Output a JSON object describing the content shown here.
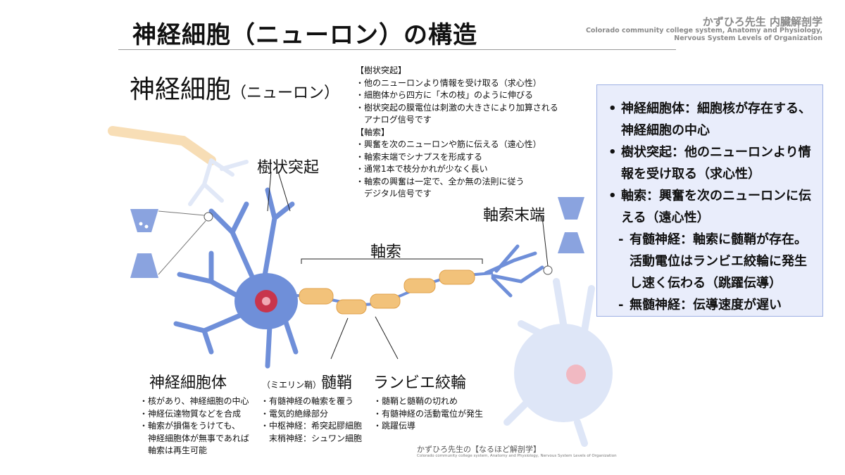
{
  "slide_title": "神経細胞（ニューロン）の構造",
  "brand": {
    "name": "かずひろ先生 内臓解剖学",
    "sub1": "Colorado community college system, Anatomy and Physiology,",
    "sub2": "Nervous System Levels of Organization"
  },
  "figure": {
    "title_main": "神経細胞",
    "title_paren": "（ニューロン）",
    "labels": {
      "dendrite": "樹状突起",
      "axon": "軸索",
      "axon_terminal": "軸索末端",
      "cell_body": "神経細胞体",
      "myelin_paren": "（ミエリン鞘）",
      "myelin": "髄鞘",
      "ranvier": "ランビエ絞輪"
    },
    "dendrite_notes": [
      "【樹状突起】",
      "・他のニューロンより情報を受け取る（求心性）",
      "・細胞体から四方に「木の枝」のように伸びる",
      "・樹状突起の膜電位は刺激の大きさにより加算される",
      "　アナログ信号です",
      "【軸索】",
      "・興奮を次のニューロンや筋に伝える（遠心性）",
      "・軸索末端でシナプスを形成する",
      "・通常1本で枝分かれが少なく長い",
      "・軸索の興奮は一定で、全か無の法則に従う",
      "　デジタル信号です"
    ],
    "cell_body_notes": [
      "・核があり、神経細胞の中心",
      "・神経伝達物質などを合成",
      "・軸索が損傷をうけても、",
      "　神経細胞体が無事であれば",
      "　軸索は再生可能"
    ],
    "myelin_notes": [
      "・有髄神経の軸索を覆う",
      "・電気的絶縁部分",
      "・中枢神経：希突起膠細胞",
      "　末梢神経：シュワン細胞"
    ],
    "ranvier_notes": [
      "・髄鞘と髄鞘の切れめ",
      "・有髄神経の活動電位が発生",
      "・跳躍伝導"
    ],
    "credit": "かずひろ先生の【なるほど解剖学】",
    "credit_sub": "Colorado community college system, Anatomy and Physiology, Nervous System Levels of Organization"
  },
  "summary": {
    "items": [
      "神経細胞体：細胞核が存在する、神経細胞の中心",
      "樹状突起：他のニューロンより情報を受け取る（求心性）",
      "軸索：興奮を次のニューロンに伝える（遠心性）"
    ],
    "subitems": [
      "有髄神経：軸索に髄鞘が存在。活動電位はランビエ絞輪に発生し速く伝わる（跳躍伝導）",
      "無髄神経：伝導速度が遅い"
    ]
  },
  "colors": {
    "neuron_blue": "#6f8fd9",
    "neuron_light": "#c9d6f2",
    "myelin_orange": "#f2c27a",
    "nucleus_red": "#c8354c",
    "summary_bg": "#e9edfb"
  }
}
